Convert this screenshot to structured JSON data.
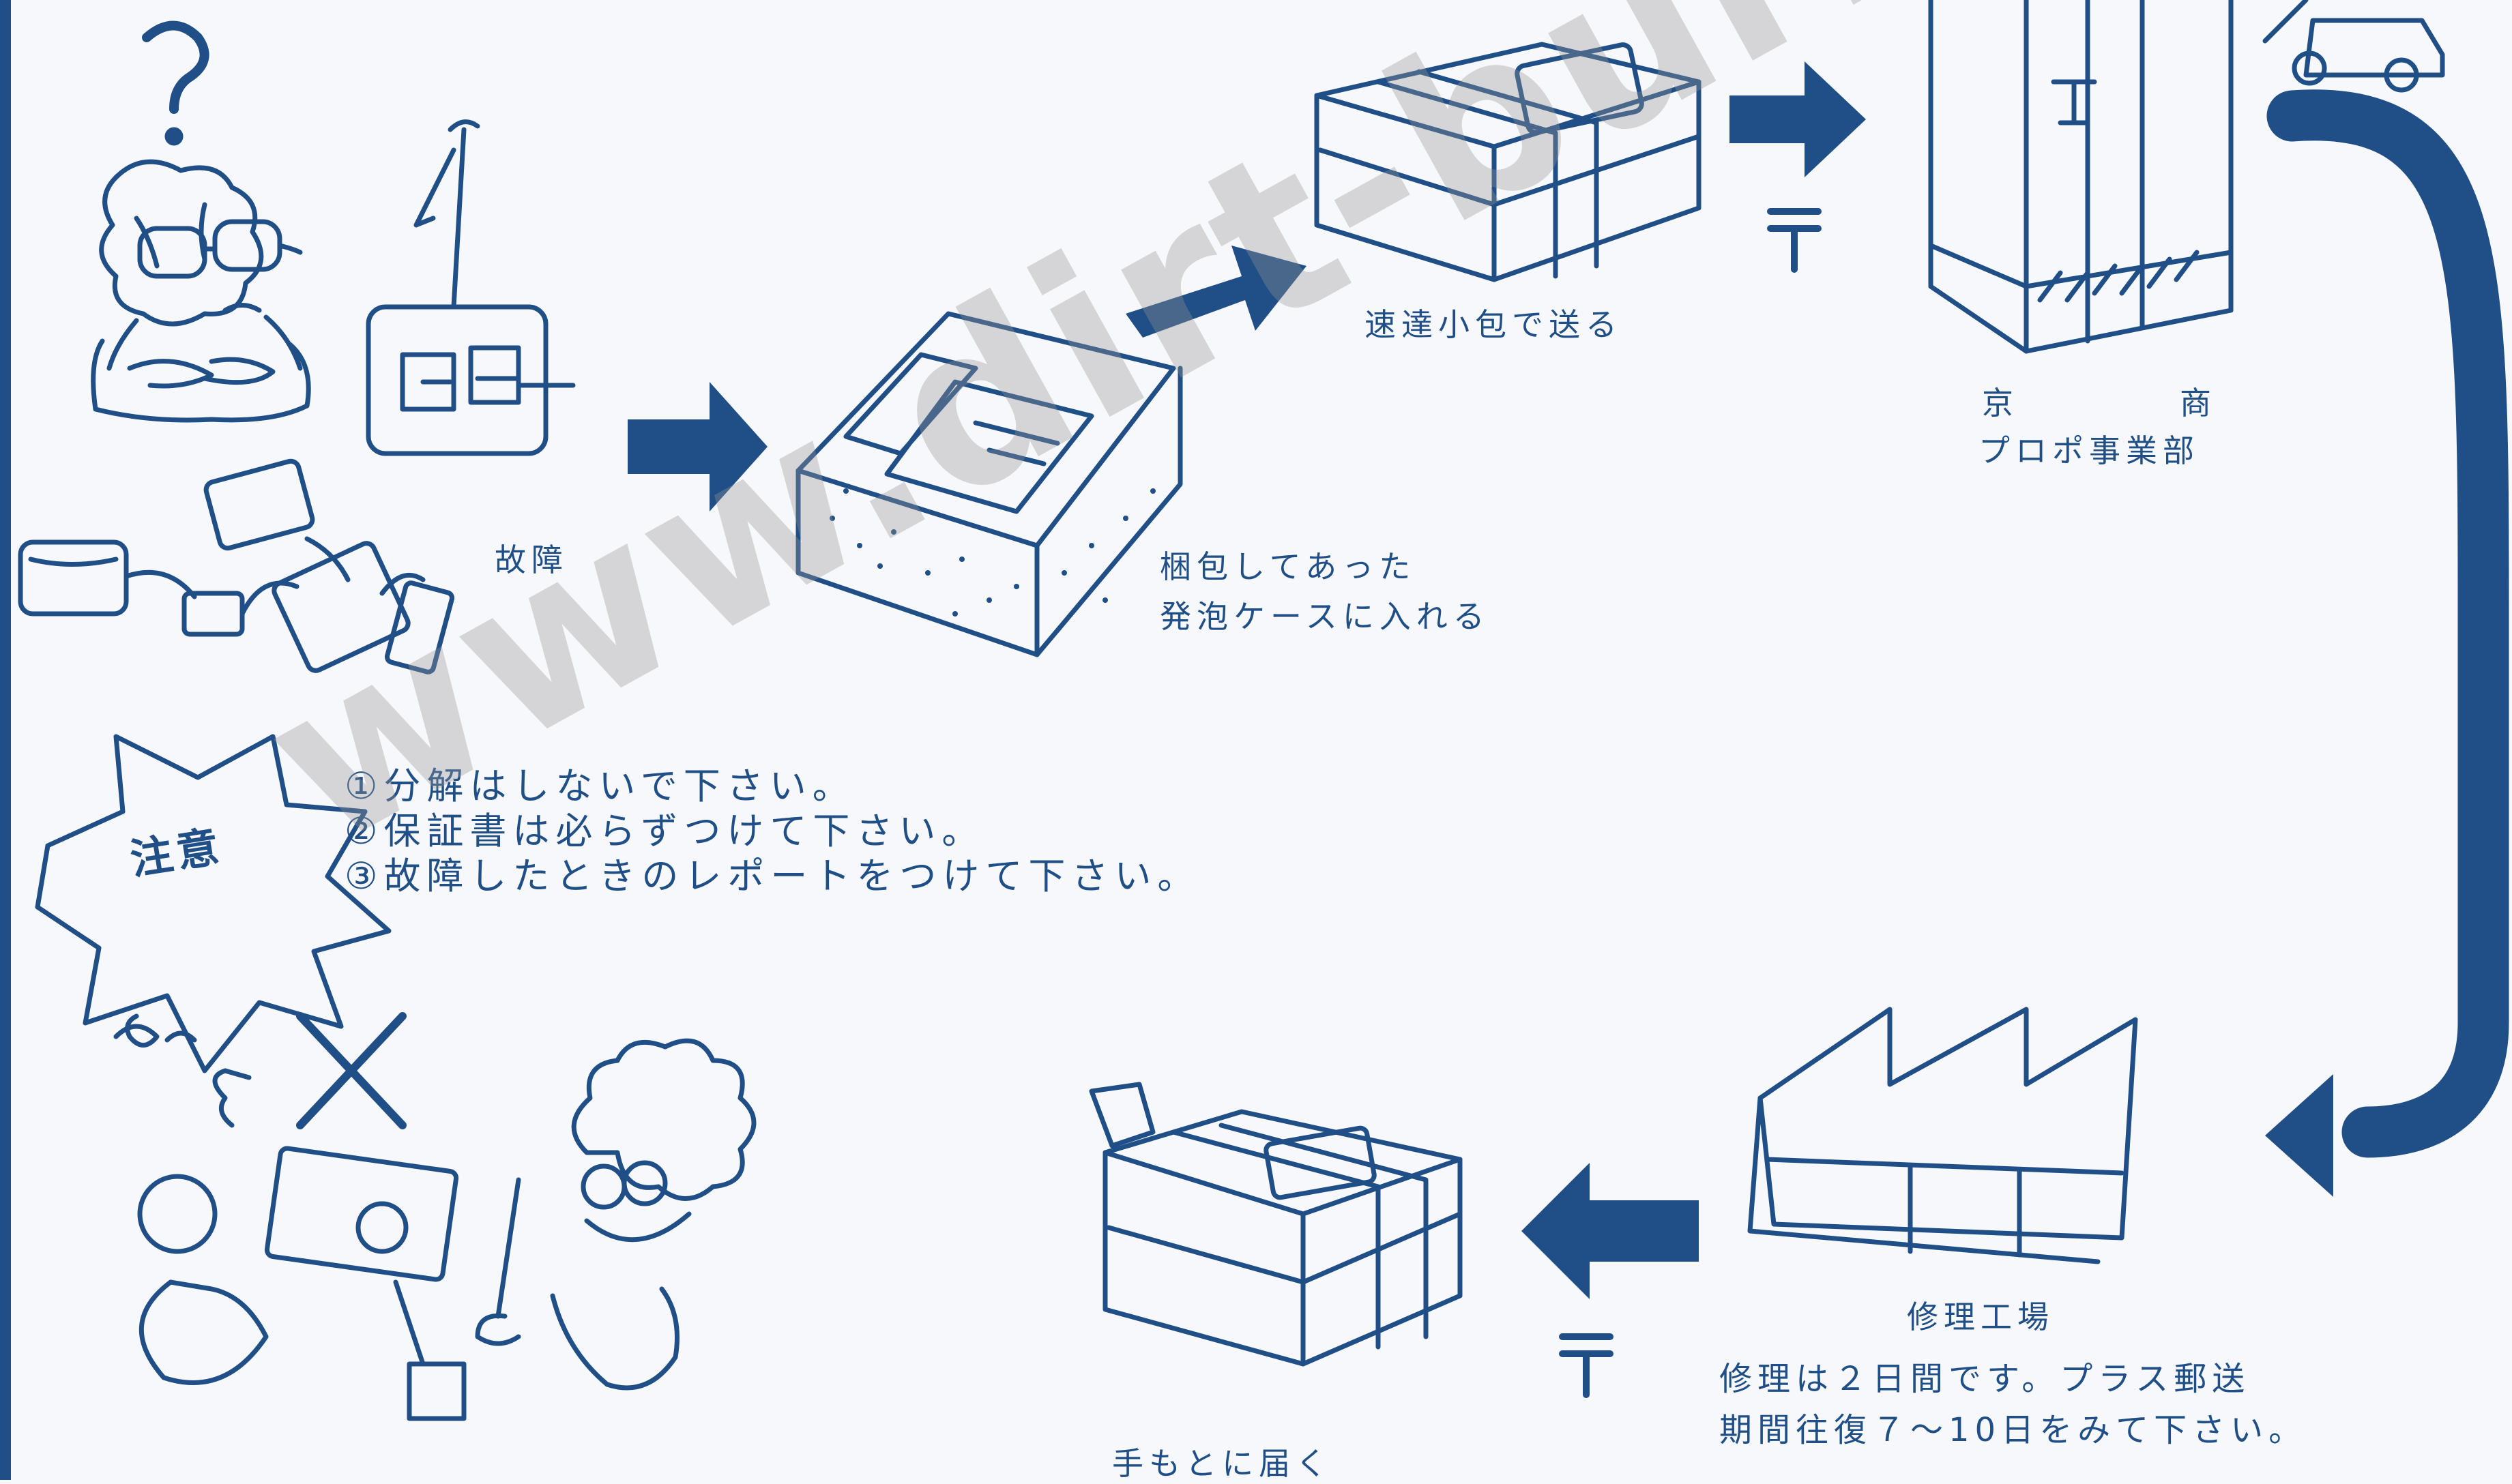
{
  "labels": {
    "breakdown": "故障",
    "foam_case_line1": "梱包してあった",
    "foam_case_line2": "発泡ケースに入れる",
    "express_parcel": "速達小包で送る",
    "kyosho_left": "京",
    "kyosho_right": "商",
    "propo_division": "プロポ事業部",
    "repair_factory": "修理工場",
    "delivered": "手もとに届く",
    "post_mark": "〒"
  },
  "caution": {
    "title": "注意",
    "items": [
      "①分解はしないで下さい。",
      "②保証書は必らずつけて下さい。",
      "③故障したときのレポートをつけて下さい。"
    ]
  },
  "repair_note": {
    "line1": "修理は２日間です。プラス郵送",
    "line2": "期間往復７～10日をみて下さい。"
  },
  "watermark": "www.dirt-burners.com",
  "colors": {
    "ink": "#1f4f86",
    "paper": "#f7f8fb",
    "watermark": "#969696"
  }
}
